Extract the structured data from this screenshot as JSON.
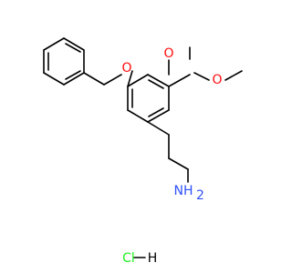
{
  "molecule": {
    "atoms": {
      "O_benzyl": "O",
      "O_methoxy_top": "O",
      "O_methoxy_right": "O",
      "amine": "NH",
      "amine_h": "2",
      "chlorine": "Cl",
      "hydrogen": "H"
    },
    "colors": {
      "oxygen": "#ff0d0d",
      "nitrogen": "#3050f8",
      "chlorine": "#1ff01f",
      "bond": "#000000"
    }
  }
}
